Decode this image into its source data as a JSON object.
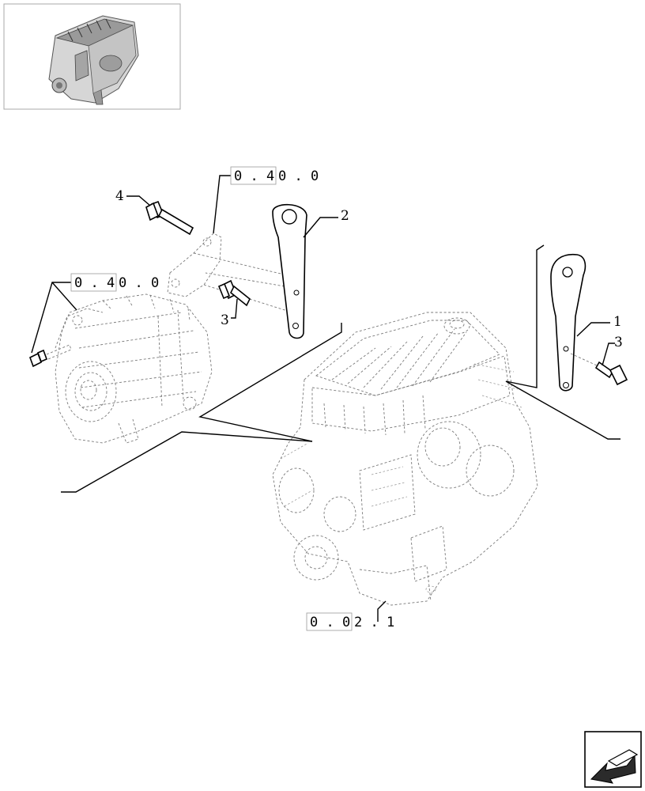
{
  "refs": [
    {
      "boxed": "0 . 4",
      "rest": "0 . 0"
    },
    {
      "boxed": "0 . 4",
      "rest": "0 . 0"
    },
    {
      "boxed": "0 . 0",
      "rest": "2 . 1"
    }
  ],
  "callouts": {
    "1": "1",
    "2": "2",
    "3a": "3",
    "3b": "3",
    "4": "4"
  },
  "icons": {
    "thumbnail": "engine-thumbnail",
    "navigation": "next-page-arrow-icon"
  }
}
